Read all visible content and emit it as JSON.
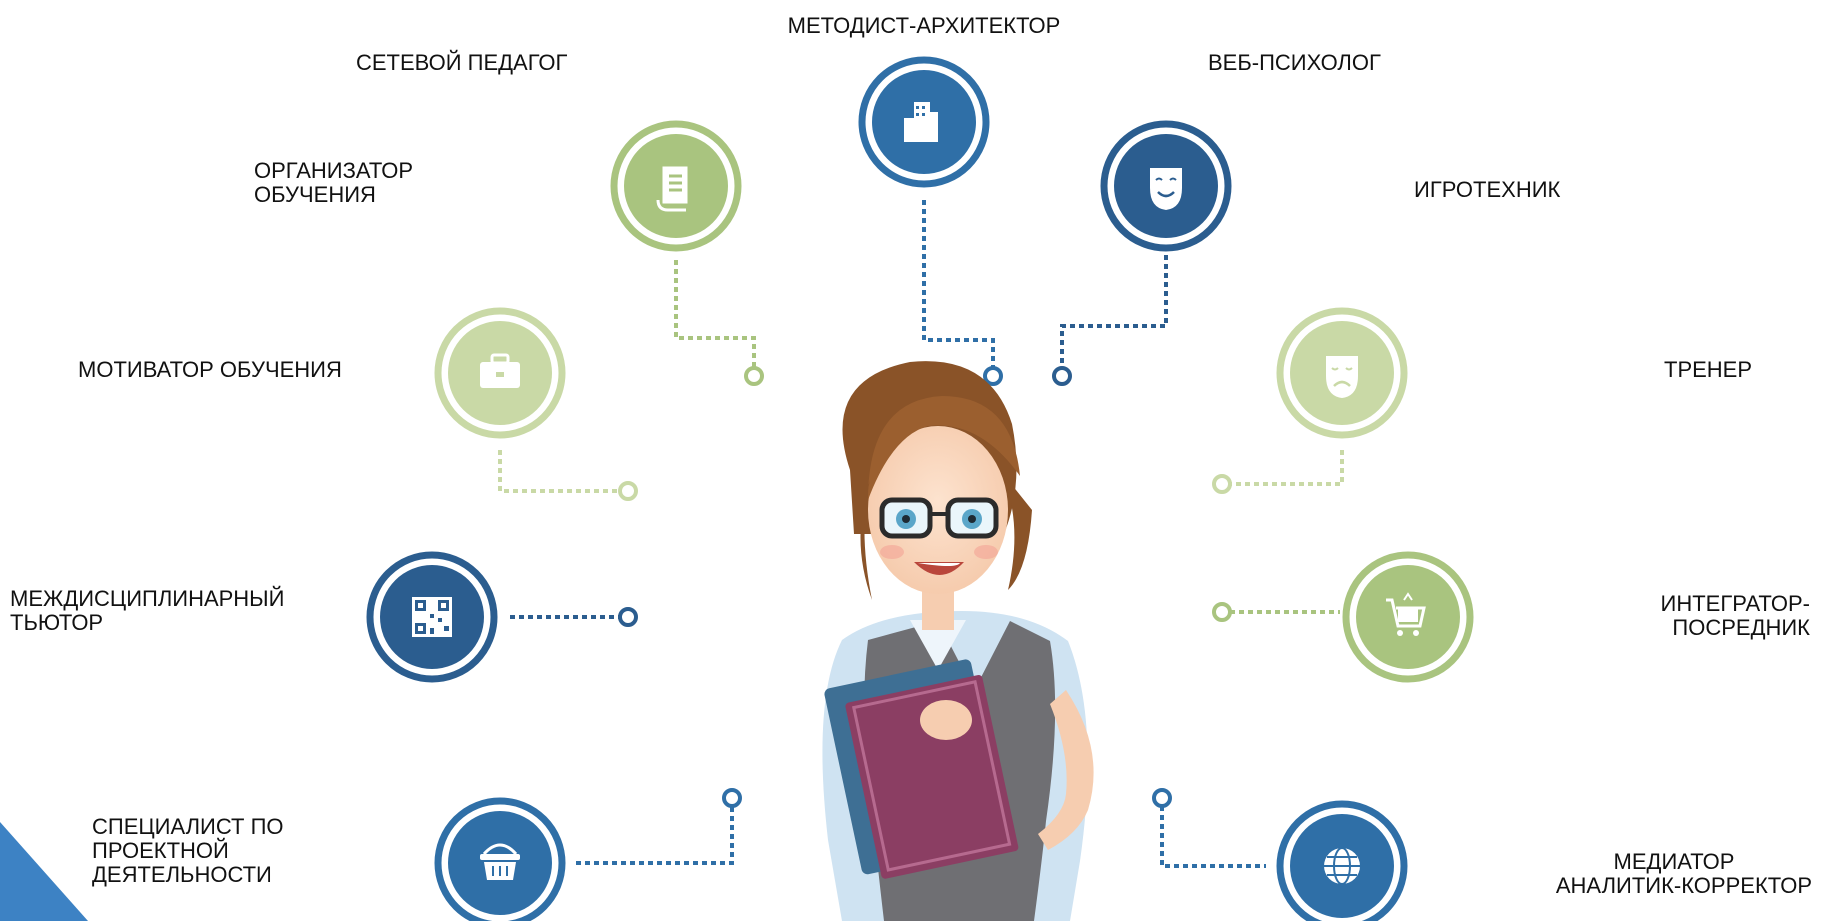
{
  "nodes": [
    {
      "id": "metodist",
      "lines": [
        "МЕТОДИСТ-АРХИТЕКТОР"
      ],
      "icon": "building-icon",
      "color": "#2f6fa7"
    },
    {
      "id": "setevoy",
      "lines": [
        "СЕТЕВОЙ ПЕДАГОГ"
      ],
      "icon": "",
      "color": ""
    },
    {
      "id": "webpsych",
      "lines": [
        "ВЕБ-ПСИХОЛОГ"
      ],
      "icon": "",
      "color": ""
    },
    {
      "id": "organizator",
      "lines": [
        "ОРГАНИЗАТОР",
        "ОБУЧЕНИЯ"
      ],
      "icon": "document-icon",
      "color": "#a9c47f"
    },
    {
      "id": "igrotehnik",
      "lines": [
        "ИГРОТЕХНИК"
      ],
      "icon": "happy-mask-icon",
      "color": "#2b5d8f"
    },
    {
      "id": "motivator",
      "lines": [
        "МОТИВАТОР ОБУЧЕНИЯ"
      ],
      "icon": "briefcase-icon",
      "color": "#c9d9a6"
    },
    {
      "id": "trener",
      "lines": [
        "ТРЕНЕР"
      ],
      "icon": "sad-mask-icon",
      "color": "#c9d9a6"
    },
    {
      "id": "mezhdisc",
      "lines": [
        "МЕЖДИСЦИПЛИНАРНЫЙ",
        "ТЬЮТОР"
      ],
      "icon": "qr-code-icon",
      "color": "#2b5d8f"
    },
    {
      "id": "integrator",
      "lines": [
        "ИНТЕГРАТОР-",
        "ПОСРЕДНИК"
      ],
      "icon": "cart-icon",
      "color": "#a9c47f"
    },
    {
      "id": "specialist",
      "lines": [
        "СПЕЦИАЛИСТ ПО",
        "ПРОЕКТНОЙ",
        "ДЕЯТЕЛЬНОСТИ"
      ],
      "icon": "basket-icon",
      "color": "#2f6fa7"
    },
    {
      "id": "mediator",
      "lines": [
        "МЕДИАТОР",
        "АНАЛИТИК-КОРРЕКТОР"
      ],
      "icon": "globe-icon",
      "color": "#2f6fa7"
    }
  ],
  "center": {
    "figure": "teacher-illustration-icon"
  },
  "colors": {
    "blue": "#2f6fa7",
    "dark_blue": "#2b5d8f",
    "green": "#a9c47f",
    "light_green": "#c9d9a6",
    "corner": "#3d82c4"
  }
}
